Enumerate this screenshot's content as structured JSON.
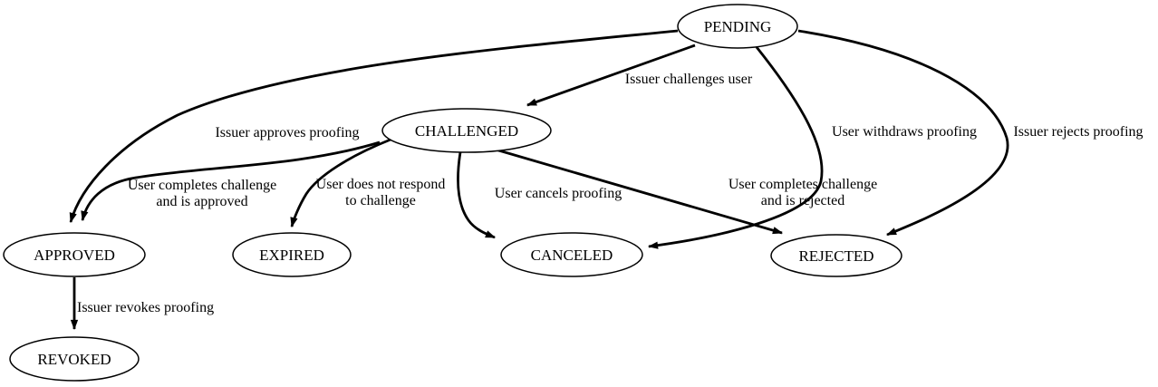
{
  "diagram": {
    "type": "state-transition-graph",
    "background_color": "#ffffff",
    "line_color": "#000000",
    "nodes": {
      "pending": {
        "label": "PENDING"
      },
      "challenged": {
        "label": "CHALLENGED"
      },
      "approved": {
        "label": "APPROVED"
      },
      "expired": {
        "label": "EXPIRED"
      },
      "canceled": {
        "label": "CANCELED"
      },
      "rejected": {
        "label": "REJECTED"
      },
      "revoked": {
        "label": "REVOKED"
      }
    },
    "edges": {
      "pending_challenged": {
        "from": "PENDING",
        "to": "CHALLENGED",
        "label": "Issuer challenges user"
      },
      "pending_approved": {
        "from": "PENDING",
        "to": "APPROVED",
        "label": "Issuer approves proofing"
      },
      "pending_canceled": {
        "from": "PENDING",
        "to": "CANCELED",
        "label": "User withdraws proofing"
      },
      "pending_rejected": {
        "from": "PENDING",
        "to": "REJECTED",
        "label": "Issuer rejects proofing"
      },
      "challenged_approved": {
        "from": "CHALLENGED",
        "to": "APPROVED",
        "label_line1": "User completes challenge",
        "label_line2": "and is approved"
      },
      "challenged_expired": {
        "from": "CHALLENGED",
        "to": "EXPIRED",
        "label_line1": "User does not respond",
        "label_line2": "to challenge"
      },
      "challenged_canceled": {
        "from": "CHALLENGED",
        "to": "CANCELED",
        "label": "User cancels proofing"
      },
      "challenged_rejected": {
        "from": "CHALLENGED",
        "to": "REJECTED",
        "label_line1": "User completes challenge",
        "label_line2": "and is rejected"
      },
      "approved_revoked": {
        "from": "APPROVED",
        "to": "REVOKED",
        "label": "Issuer revokes proofing"
      }
    }
  }
}
